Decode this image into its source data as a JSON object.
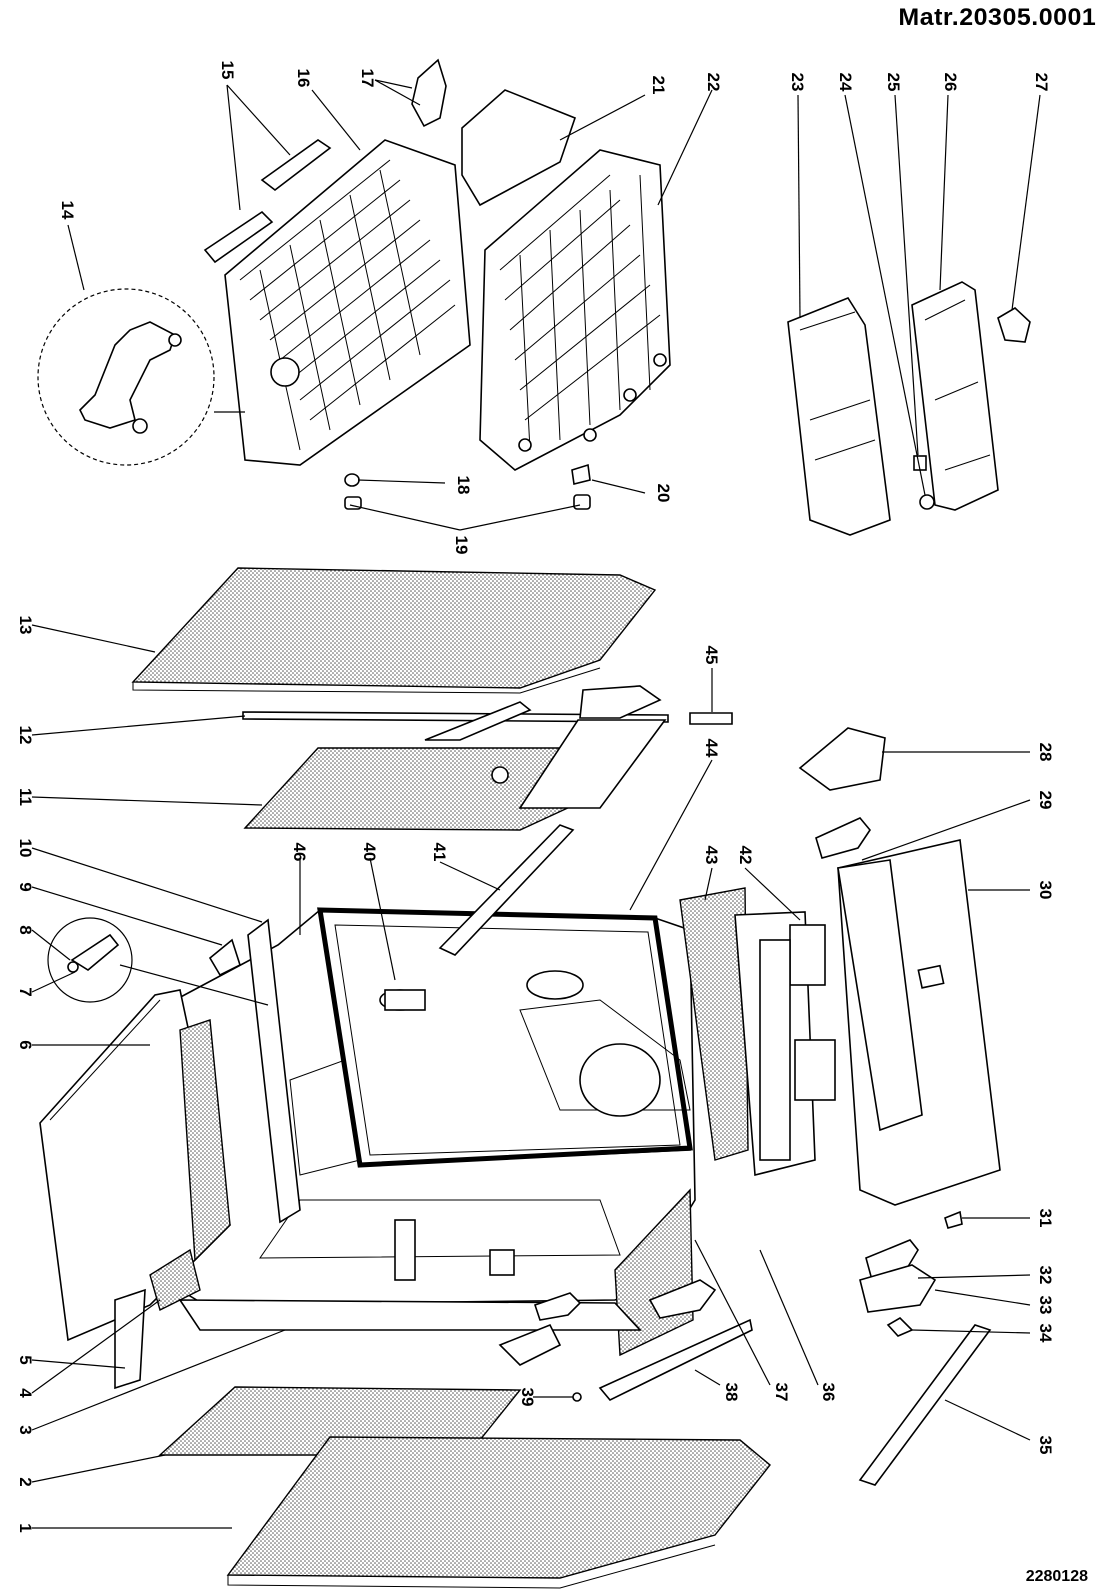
{
  "header": {
    "document_code": "Matr.20305.0001"
  },
  "footer": {
    "drawing_code": "2280128"
  },
  "callouts": [
    {
      "id": "1",
      "label": "1"
    },
    {
      "id": "2",
      "label": "2"
    },
    {
      "id": "3",
      "label": "3"
    },
    {
      "id": "4",
      "label": "4"
    },
    {
      "id": "5",
      "label": "5"
    },
    {
      "id": "6",
      "label": "6"
    },
    {
      "id": "7",
      "label": "7"
    },
    {
      "id": "8",
      "label": "8"
    },
    {
      "id": "9",
      "label": "9"
    },
    {
      "id": "10",
      "label": "10"
    },
    {
      "id": "11",
      "label": "11"
    },
    {
      "id": "12",
      "label": "12"
    },
    {
      "id": "13",
      "label": "13"
    },
    {
      "id": "14",
      "label": "14"
    },
    {
      "id": "15",
      "label": "15"
    },
    {
      "id": "16",
      "label": "16"
    },
    {
      "id": "17",
      "label": "17"
    },
    {
      "id": "18",
      "label": "18"
    },
    {
      "id": "19",
      "label": "19"
    },
    {
      "id": "20",
      "label": "20"
    },
    {
      "id": "21",
      "label": "21"
    },
    {
      "id": "22",
      "label": "22"
    },
    {
      "id": "23",
      "label": "23"
    },
    {
      "id": "24",
      "label": "24"
    },
    {
      "id": "25",
      "label": "25"
    },
    {
      "id": "26",
      "label": "26"
    },
    {
      "id": "27",
      "label": "27"
    },
    {
      "id": "28",
      "label": "28"
    },
    {
      "id": "29",
      "label": "29"
    },
    {
      "id": "30",
      "label": "30"
    },
    {
      "id": "31",
      "label": "31"
    },
    {
      "id": "32",
      "label": "32"
    },
    {
      "id": "33",
      "label": "33"
    },
    {
      "id": "34",
      "label": "34"
    },
    {
      "id": "35",
      "label": "35"
    },
    {
      "id": "36",
      "label": "36"
    },
    {
      "id": "37",
      "label": "37"
    },
    {
      "id": "38",
      "label": "38"
    },
    {
      "id": "39",
      "label": "39"
    },
    {
      "id": "40",
      "label": "40"
    },
    {
      "id": "41",
      "label": "41"
    },
    {
      "id": "42",
      "label": "42"
    },
    {
      "id": "43",
      "label": "43"
    },
    {
      "id": "44",
      "label": "44"
    },
    {
      "id": "45",
      "label": "45"
    },
    {
      "id": "46",
      "label": "46"
    }
  ]
}
